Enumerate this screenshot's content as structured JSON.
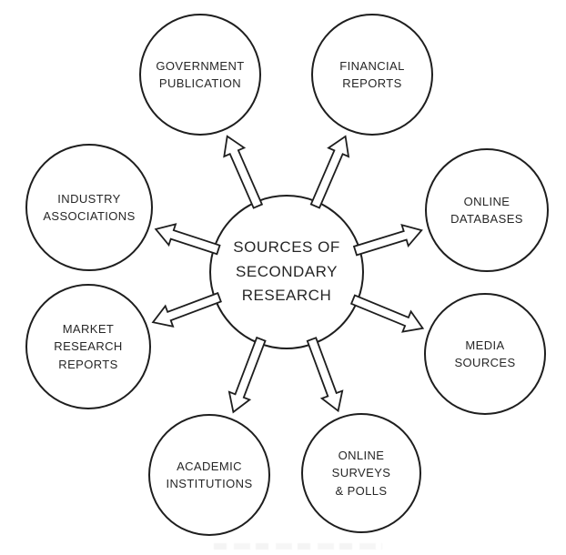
{
  "diagram": {
    "center": {
      "title_lines": [
        "SOURCES OF",
        "SECONDARY",
        "RESEARCH"
      ]
    },
    "nodes": [
      {
        "id": "government-publication",
        "lines": [
          "GOVERNMENT",
          "PUBLICATION"
        ]
      },
      {
        "id": "financial-reports",
        "lines": [
          "FINANCIAL",
          "REPORTS"
        ]
      },
      {
        "id": "online-databases",
        "lines": [
          "ONLINE",
          "DATABASES"
        ]
      },
      {
        "id": "media-sources",
        "lines": [
          "MEDIA",
          "SOURCES"
        ]
      },
      {
        "id": "industry-associations",
        "lines": [
          "INDUSTRY",
          "ASSOCIATIONS"
        ]
      },
      {
        "id": "market-research-reports",
        "lines": [
          "MARKET",
          "RESEARCH",
          "REPORTS"
        ]
      },
      {
        "id": "academic-institutions",
        "lines": [
          "ACADEMIC",
          "INSTITUTIONS"
        ]
      },
      {
        "id": "online-surveys-polls",
        "lines": [
          "ONLINE",
          "SURVEYS",
          "& POLLS"
        ]
      }
    ],
    "colors": {
      "background": "#ffffff",
      "circle_fill": "#ffffff",
      "stroke": "#1e1e1e",
      "text": "#262626"
    }
  }
}
